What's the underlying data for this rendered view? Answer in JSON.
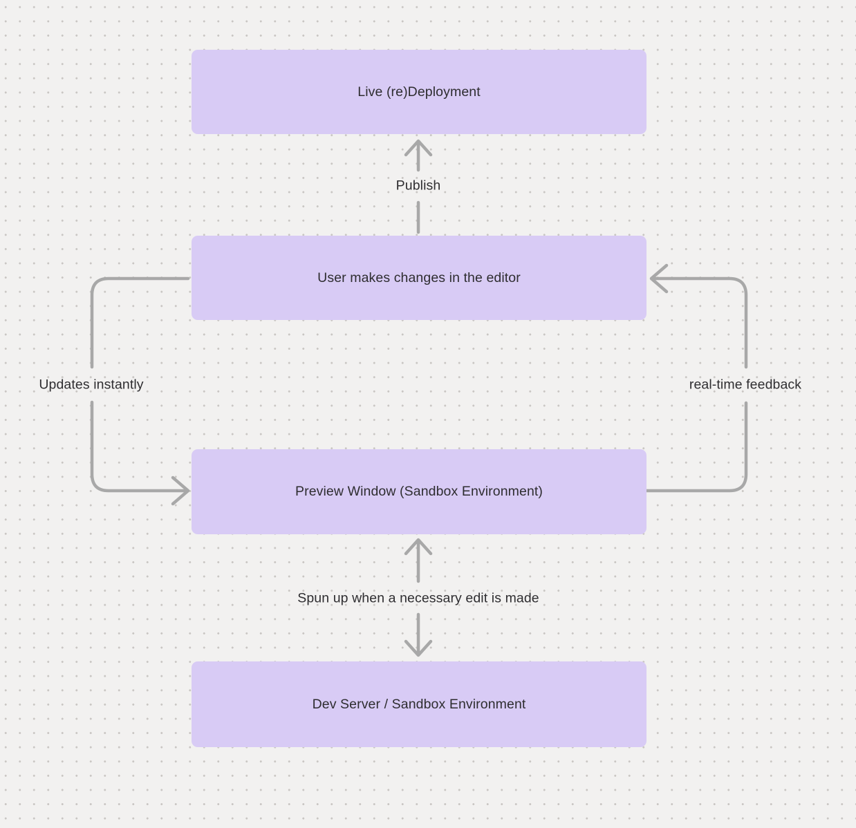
{
  "canvas": {
    "background_color": "#f2f1f0",
    "dot_grid_color": "#c9c6c3",
    "node_fill_color": "#d8cbf5",
    "text_color": "#2e2d30",
    "arrow_color": "#a8a8a8"
  },
  "diagram": {
    "nodes": [
      {
        "id": "live-deployment",
        "label": "Live (re)Deployment"
      },
      {
        "id": "editor",
        "label": "User makes changes in the editor"
      },
      {
        "id": "preview-window",
        "label": "Preview Window (Sandbox Environment)"
      },
      {
        "id": "dev-server",
        "label": "Dev Server / Sandbox Environment"
      }
    ],
    "edges": [
      {
        "from": "editor",
        "to": "live-deployment",
        "label": "Publish",
        "direction": "up"
      },
      {
        "from": "editor",
        "to": "preview-window",
        "label": "Updates instantly",
        "direction": "left-loop-down"
      },
      {
        "from": "preview-window",
        "to": "editor",
        "label": "real-time feedback",
        "direction": "right-loop-up"
      },
      {
        "from": "preview-window",
        "to": "dev-server",
        "label": "Spun up when a necessary edit is made",
        "direction": "bidirectional-vertical"
      }
    ]
  }
}
